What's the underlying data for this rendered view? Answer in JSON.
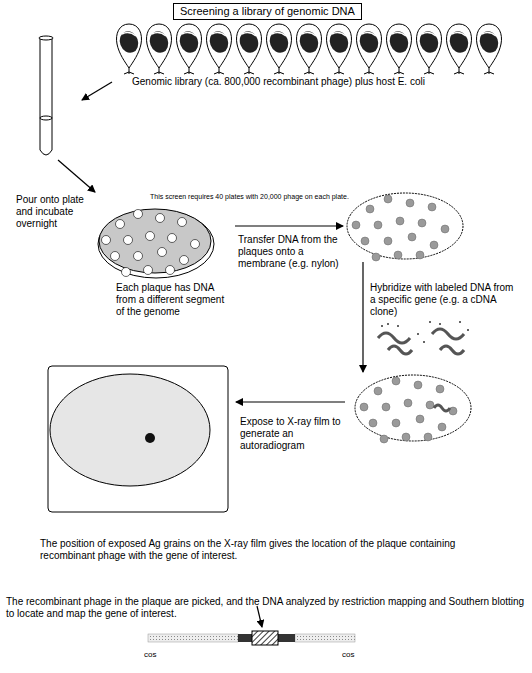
{
  "diagram": {
    "title": "Screening a library of genomic DNA",
    "labels": [
      "Genomic library (ca. 800,000 recombinant phage) plus host E. coli",
      "This screen requires 40 plates with 20,000 phage on each plate.",
      "Pour onto plate and incubate overnight",
      "Each plaque has DNA from a different segment of the genome",
      "Transfer DNA from the plaques onto a membrane (e.g. nylon)",
      "Hybridize with labeled DNA from a specific gene (e.g. a cDNA clone)",
      "Expose to X-ray film to generate an autoradiogram",
      "The position of exposed Ag grains on the X-ray film gives the location of the plaque containing recombinant phage with the gene of interest.",
      "The recombinant phage in the plaque are picked, and the DNA analyzed by restriction mapping and Southern blotting to locate and map the gene of interest.",
      "cos",
      "cos"
    ]
  }
}
